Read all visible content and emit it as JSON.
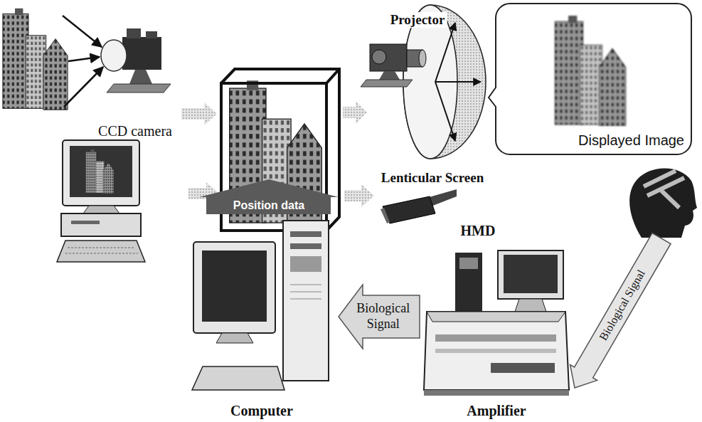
{
  "diagram": {
    "nodes": [
      {
        "text": [
          "Displayed Image"
        ]
      },
      {
        "text": [
          "Computer"
        ]
      },
      {
        "text": [
          "Amplifier"
        ]
      }
    ],
    "edges": [
      {
        "from": 2,
        "to": 1,
        "arrow": "to",
        "label": "Biological Signal"
      }
    ],
    "labels": [
      "CCD camera",
      "Projector",
      "Lenticular Screen",
      "HMD",
      "Position data",
      "Biological Signal"
    ]
  }
}
